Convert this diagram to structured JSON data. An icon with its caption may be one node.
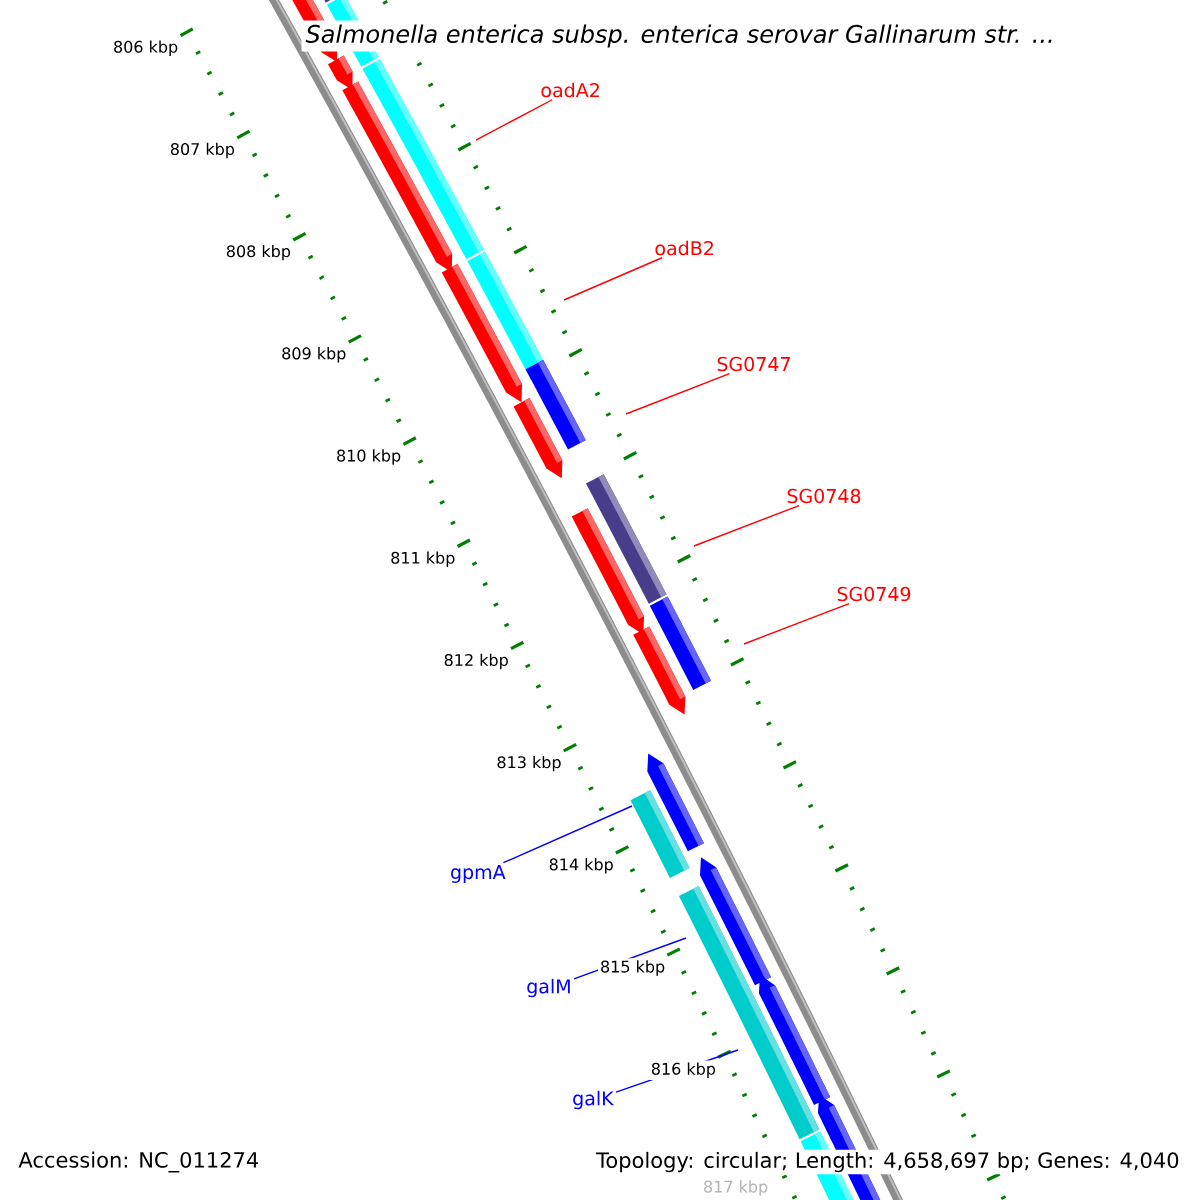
{
  "diagram": {
    "title": "Salmonella enterica subsp. enterica serovar Gallinarum str. ...",
    "nodes": [
      {
        "text": [
          "oadA2"
        ]
      },
      {
        "text": [
          "oadB2"
        ]
      },
      {
        "text": [
          "SG0747"
        ]
      },
      {
        "text": [
          "SG0748"
        ]
      },
      {
        "text": [
          "SG0749"
        ]
      },
      {
        "text": [
          "gpmA"
        ]
      },
      {
        "text": [
          "galM"
        ]
      },
      {
        "text": [
          "galK"
        ]
      }
    ],
    "edges": [
      {
        "from": 0,
        "to": null,
        "arrow": "none"
      },
      {
        "from": 1,
        "to": null,
        "arrow": "none"
      },
      {
        "from": 2,
        "to": null,
        "arrow": "none"
      },
      {
        "from": 3,
        "to": null,
        "arrow": "none"
      },
      {
        "from": 4,
        "to": null,
        "arrow": "none"
      },
      {
        "from": 5,
        "to": null,
        "arrow": "none",
        "color": "#0000ff"
      },
      {
        "from": 6,
        "to": null,
        "arrow": "none",
        "color": "#0000ff"
      },
      {
        "from": 7,
        "to": null,
        "arrow": "none",
        "color": "#0000ff"
      }
    ],
    "labels": [
      "806 kbp",
      "807 kbp",
      "808 kbp",
      "809 kbp",
      "810 kbp",
      "811 kbp",
      "812 kbp",
      "813 kbp",
      "814 kbp",
      "815 kbp",
      "816 kbp",
      "817 kbp",
      "Accession: NC_011274",
      "Topology: circular; Length: 4,658,697 bp; Genes: 4,040"
    ]
  }
}
